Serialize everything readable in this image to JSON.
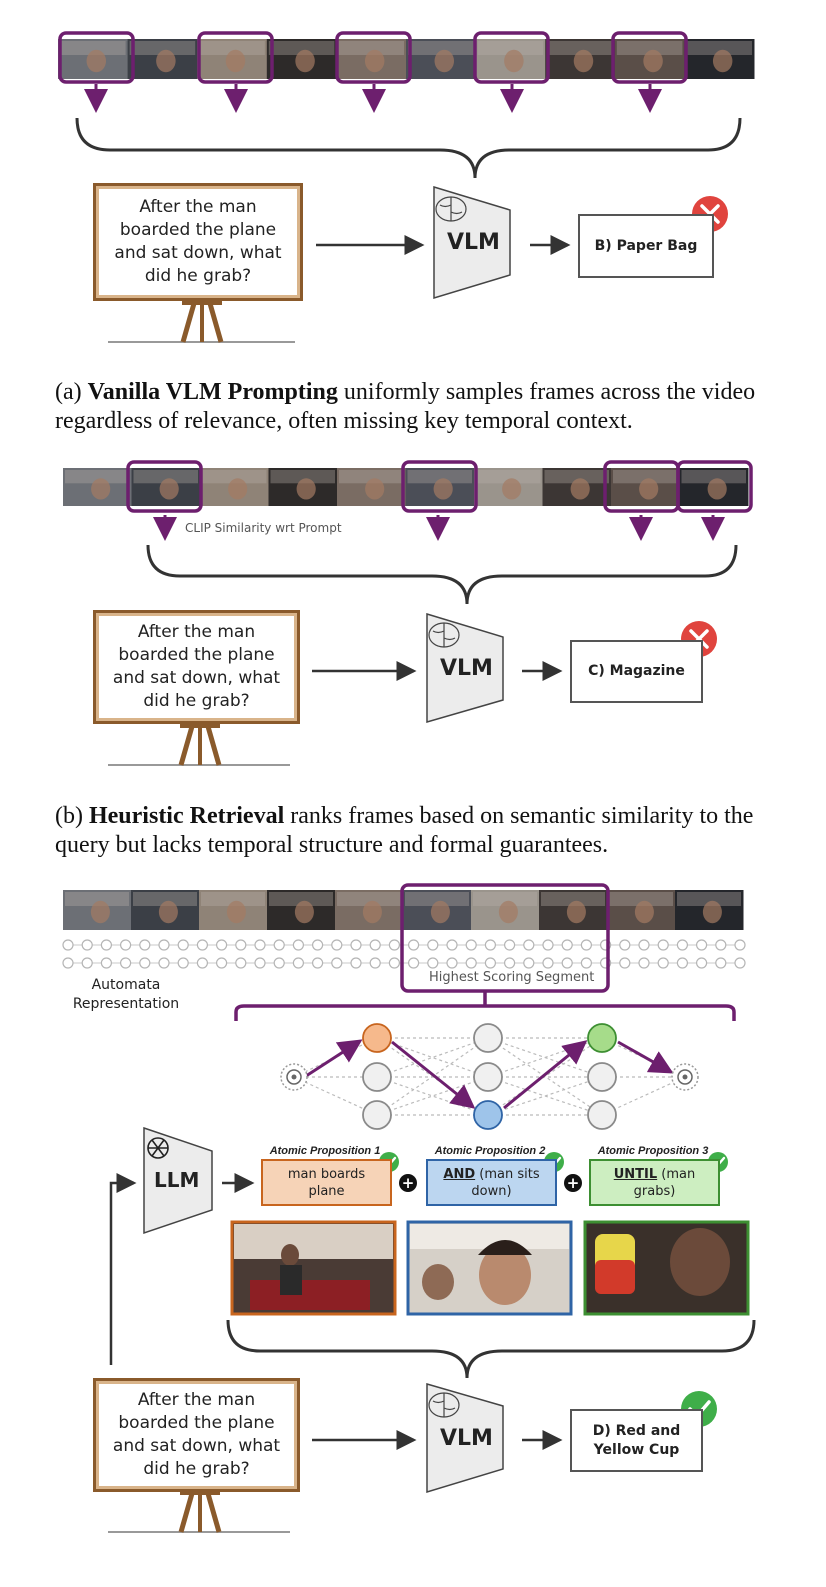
{
  "question": "After the man boarded the plane and sat down, what did he grab?",
  "colors": {
    "purple": "#6d1f6e",
    "wrong": "#e0443e",
    "correct": "#3fae49",
    "easel": "#8a5a2b",
    "prop1_border": "#c8651e",
    "prop1_fill": "#f6d3b7",
    "prop2_border": "#2f64a6",
    "prop2_fill": "#bcd6f0",
    "prop3_border": "#3d8f32",
    "prop3_fill": "#cdeec1"
  },
  "panel_a": {
    "model": "VLM",
    "answer": "B) Paper Bag",
    "caption_bold": "Vanilla VLM Prompting",
    "caption_prefix": "(a) ",
    "caption_rest": " uniformly samples frames across the video regardless of relevance, often missing key temporal context."
  },
  "panel_b": {
    "model": "VLM",
    "answer": "C) Magazine",
    "clip_label": "CLIP Similarity wrt Prompt",
    "caption_prefix": "(b) ",
    "caption_bold": "Heuristic Retrieval",
    "caption_rest": " ranks frames based on semantic similarity to the query but lacks temporal structure and formal guarantees."
  },
  "panel_c": {
    "automata_label": "Automata Representation",
    "segment_label": "Highest Scoring Segment",
    "llm": "LLM",
    "model": "VLM",
    "answer": "D) Red and Yellow Cup",
    "propositions": [
      {
        "title": "Atomic Proposition 1",
        "keyword": "",
        "text": "man boards plane"
      },
      {
        "title": "Atomic Proposition 2",
        "keyword": "AND",
        "text": " (man sits down)"
      },
      {
        "title": "Atomic Proposition 3",
        "keyword": "UNTIL",
        "text": " (man grabs)"
      }
    ],
    "plus": "+"
  },
  "icons": [
    "brain-icon",
    "openai-icon",
    "check-icon",
    "cross-icon",
    "easel-icon"
  ]
}
